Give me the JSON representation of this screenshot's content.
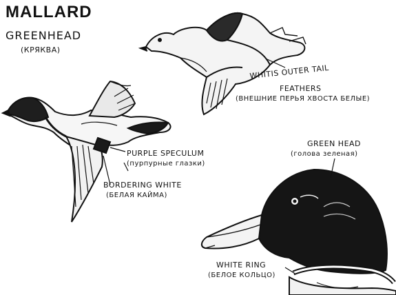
{
  "heading": {
    "title": "MALLARD",
    "subtitle": "GREENHEAD",
    "subtitle_ru": "(КРЯКВА)"
  },
  "callouts": {
    "outer_tail": {
      "en": "WHITIS OUTER TAIL",
      "en2": "FEATHERS",
      "ru": "(ВНЕШНИЕ ПЕРЬЯ ХВОСТА БЕЛЫЕ)"
    },
    "speculum": {
      "en": "PURPLE SPECULUM",
      "ru": "(пурпурные глазки)"
    },
    "bordering": {
      "en": "BORDERING WHITE",
      "ru": "(БЕЛАЯ КАЙМА)"
    },
    "green_head": {
      "en": "GREEN HEAD",
      "ru": "(голова зеленая)"
    },
    "white_ring": {
      "en": "WHITE RING",
      "ru": "(БЕЛОЕ КОЛЬЦО)"
    }
  },
  "colors": {
    "ink": "#111111",
    "paper": "#ffffff"
  }
}
